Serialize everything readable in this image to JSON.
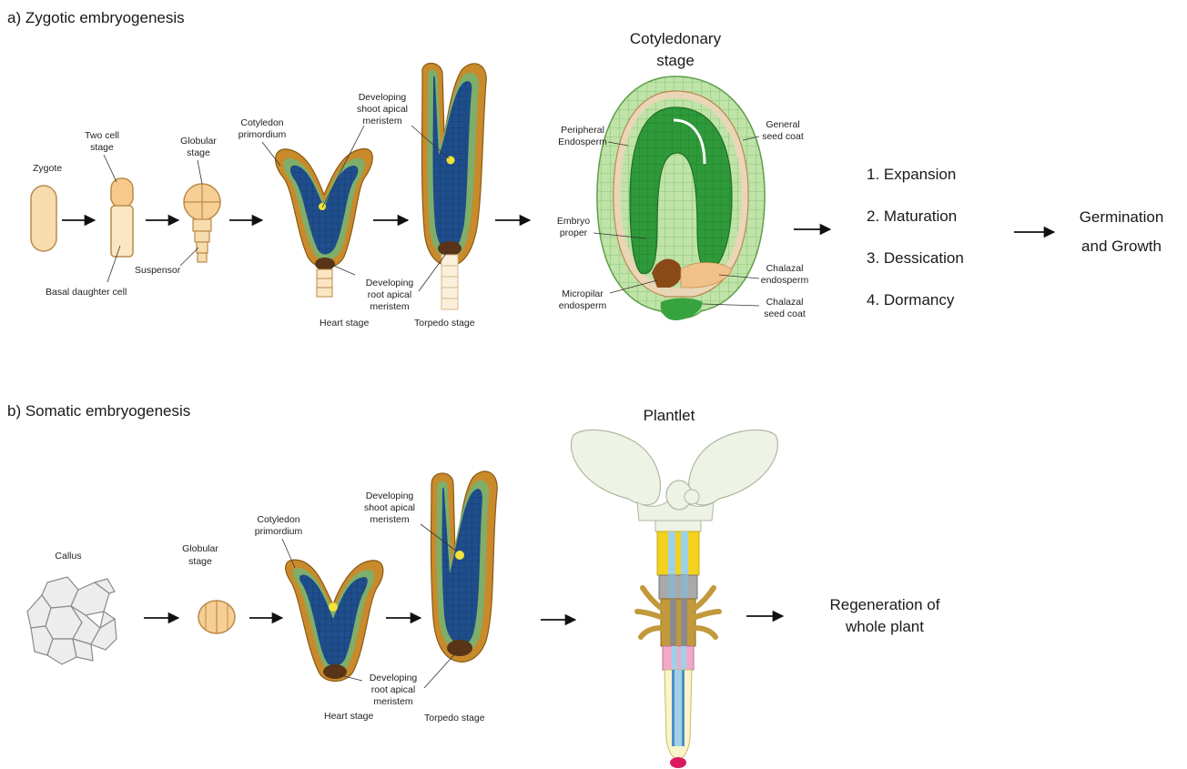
{
  "panel_a": {
    "title": "a) Zygotic embryogenesis",
    "labels": {
      "zygote": "Zygote",
      "two_cell_1": "Two cell",
      "two_cell_2": "stage",
      "basal": "Basal daughter cell",
      "globular_1": "Globular",
      "globular_2": "stage",
      "suspensor": "Suspensor",
      "cotyledon_1": "Cotyledon",
      "cotyledon_2": "primordium",
      "heart": "Heart stage",
      "shoot_1": "Developing",
      "shoot_2": "shoot apical",
      "shoot_3": "meristem",
      "root_1": "Developing",
      "root_2": "root apical",
      "root_3": "meristem",
      "torpedo": "Torpedo stage",
      "cotyledonary_1": "Cotyledonary",
      "cotyledonary_2": "stage",
      "peripheral_1": "Peripheral",
      "peripheral_2": "Endosperm",
      "general_1": "General",
      "general_2": "seed coat",
      "embryo_1": "Embryo",
      "embryo_2": "proper",
      "chalazal_endo_1": "Chalazal",
      "chalazal_endo_2": "endosperm",
      "micropilar_1": "Micropilar",
      "micropilar_2": "endosperm",
      "chalazal_coat_1": "Chalazal",
      "chalazal_coat_2": "seed coat"
    },
    "steps": [
      "1. Expansion",
      "2. Maturation",
      "3. Dessication",
      "4. Dormancy"
    ],
    "germination_1": "Germination",
    "germination_2": "and Growth"
  },
  "panel_b": {
    "title": "b) Somatic embryogenesis",
    "labels": {
      "callus": "Callus",
      "globular_1": "Globular",
      "globular_2": "stage",
      "cotyledon_1": "Cotyledon",
      "cotyledon_2": "primordium",
      "shoot_1": "Developing",
      "shoot_2": "shoot apical",
      "shoot_3": "meristem",
      "root_1": "Developing",
      "root_2": "root apical",
      "root_3": "meristem",
      "heart": "Heart stage",
      "torpedo": "Torpedo stage",
      "plantlet": "Plantlet"
    },
    "regeneration_1": "Regeneration of",
    "regeneration_2": "whole plant"
  },
  "colors": {
    "cell_fill": "#f7dcae",
    "cell_stroke": "#b98a4a",
    "embryo_blue": "#1f4e8c",
    "embryo_green": "#7fae6a",
    "embryo_orange": "#c98a2b",
    "meristem_yellow": "#f2e23a",
    "root_brown": "#5a3416",
    "seed_green": "#2f9a3a",
    "seed_light": "#bfe3a8",
    "plantlet_pale": "#eef3e6",
    "plantlet_yellow": "#f2d21f",
    "plantlet_blue": "#9fd0e8",
    "plantlet_brown": "#c29a3c",
    "plantlet_pink": "#f0a9c8",
    "root_tip": "#d81b60"
  }
}
